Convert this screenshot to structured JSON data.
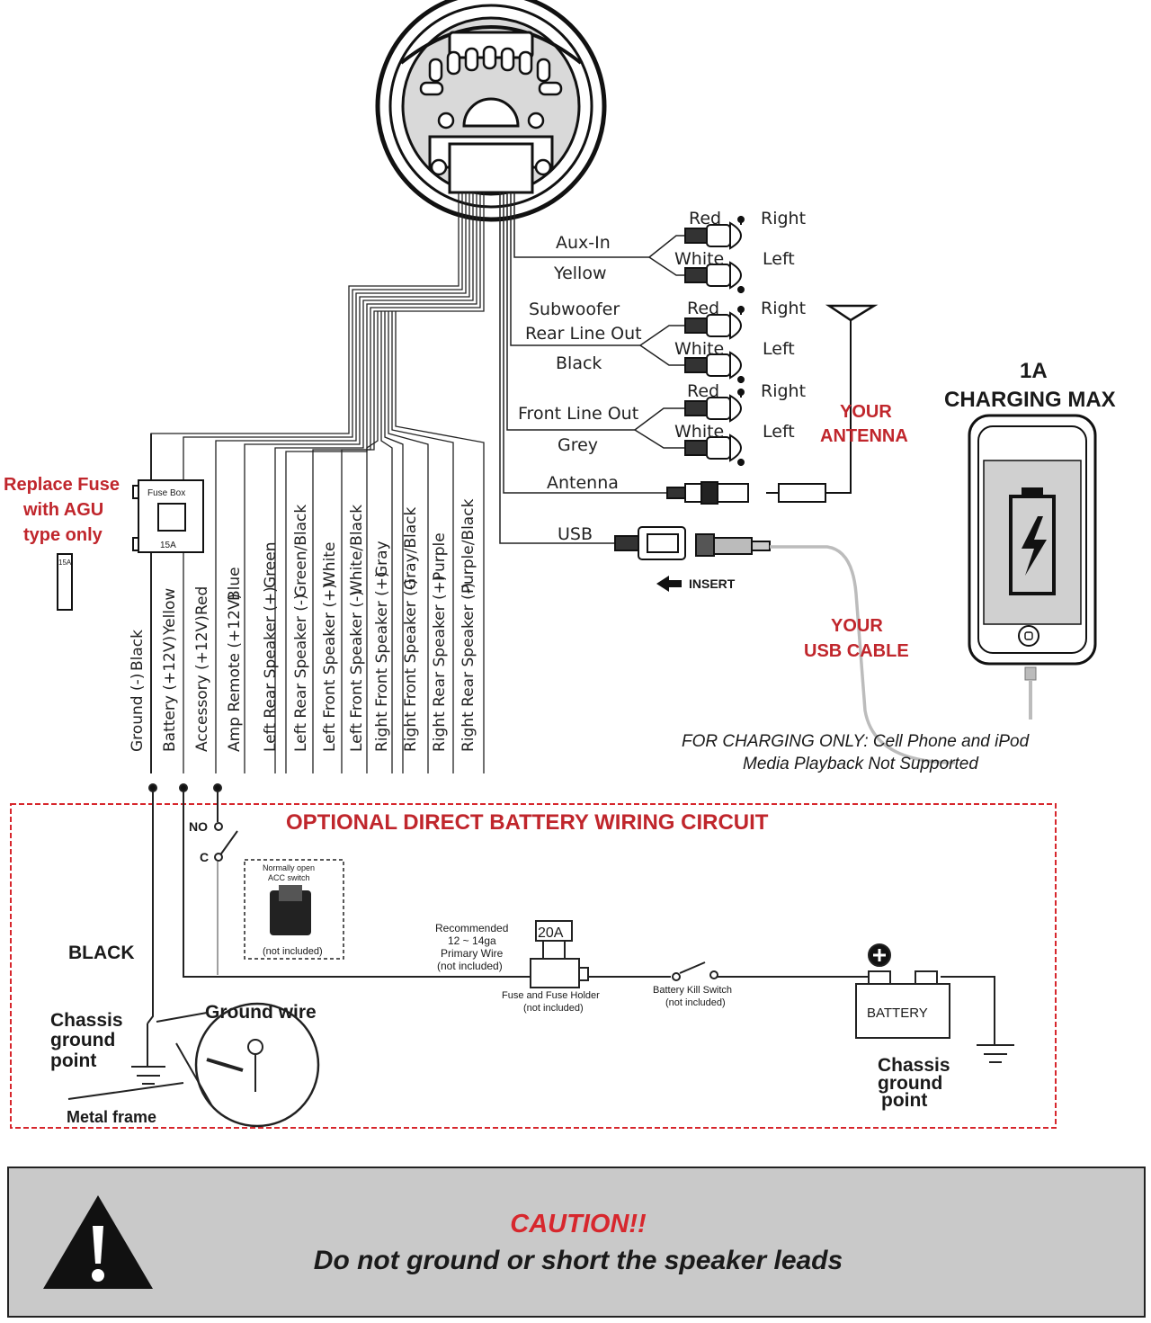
{
  "colors": {
    "accent_red": "#c0262c",
    "circuit_border": "#d7272d",
    "caution_bg": "#c9c9c9",
    "ink": "#1a1a1a"
  },
  "fuse": {
    "replace_note": [
      "Replace Fuse",
      "with AGU",
      "type only"
    ],
    "box_label": "Fuse Box",
    "rating": "15A",
    "small_fuse": "15A"
  },
  "wires": [
    {
      "name": "Ground (-)",
      "color": "Black"
    },
    {
      "name": "Battery (+12V)",
      "color": "Yellow"
    },
    {
      "name": "Accessory (+12V)",
      "color": "Red"
    },
    {
      "name": "Amp Remote (+12V)",
      "color": "Blue"
    },
    {
      "name": "Left Rear Speaker (+)",
      "color": "Green"
    },
    {
      "name": "Left Rear Speaker (-)",
      "color": "Green/Black"
    },
    {
      "name": "Left Front Speaker (+)",
      "color": "White"
    },
    {
      "name": "Left Front Speaker (-)",
      "color": "White/Black"
    },
    {
      "name": "Right Front Speaker (+)",
      "color": "Gray"
    },
    {
      "name": "Right Front Speaker (-)",
      "color": "Gray/Black"
    },
    {
      "name": "Right Rear Speaker (+)",
      "color": "Purple"
    },
    {
      "name": "Right Rear Speaker (-)",
      "color": "Purple/Black"
    }
  ],
  "rca": {
    "aux_in": {
      "name": "Aux-In",
      "color": "Yellow"
    },
    "subwoofer": {
      "name1": "Subwoofer",
      "name2": "Rear Line Out",
      "color": "Black"
    },
    "front": {
      "name": "Front Line Out",
      "color": "Grey"
    },
    "red": "Red",
    "white": "White",
    "right": "Right",
    "left": "Left"
  },
  "antenna": {
    "label": "Antenna",
    "your": [
      "YOUR",
      "ANTENNA"
    ]
  },
  "usb": {
    "label": "USB",
    "insert": "INSERT",
    "your": [
      "YOUR",
      "USB CABLE"
    ]
  },
  "charging": {
    "line1": "1A",
    "line2": "CHARGING MAX",
    "note1": "FOR CHARGING ONLY: Cell Phone and iPod",
    "note2": "Media Playback Not Supported"
  },
  "circuit": {
    "title": "OPTIONAL DIRECT BATTERY WIRING CIRCUIT",
    "no": "NO",
    "c": "C",
    "switch_note": [
      "Normally open",
      "ACC switch"
    ],
    "not_included": "(not included)",
    "black": "BLACK",
    "chassis": [
      "Chassis",
      "ground",
      "point"
    ],
    "ground_wire": "Ground wire",
    "metal_frame": "Metal frame",
    "wire_note": [
      "Recommended",
      "12 ~ 14ga",
      "Primary Wire",
      "(not included)"
    ],
    "fuse_value": "20A",
    "fuse_holder": [
      "Fuse and Fuse Holder",
      "(not included)"
    ],
    "kill_switch": [
      "Battery Kill Switch",
      "(not included)"
    ],
    "battery": "BATTERY",
    "battery_chassis": [
      "Chassis",
      "ground",
      "point"
    ]
  },
  "caution": {
    "title": "CAUTION!!",
    "text": "Do not ground or short the speaker leads"
  }
}
